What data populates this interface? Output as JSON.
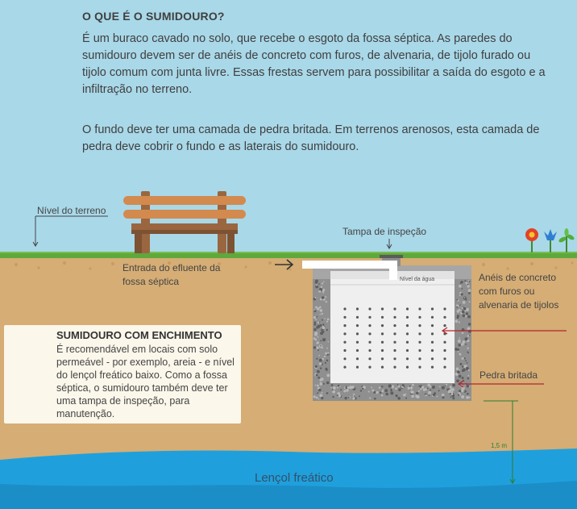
{
  "title": "O QUE É O SUMIDOURO?",
  "paragraphs": [
    "É um buraco cavado no solo, que recebe o esgoto da fossa séptica. As paredes do sumidouro devem ser de anéis de concreto com furos, de alvenaria, de tijolo furado ou tijolo comum com junta livre. Essas frestas servem para possibilitar a saída do esgoto e a infiltração no terreno.",
    "O fundo deve ter uma camada de pedra britada. Em terrenos arenosos, esta camada de pedra deve cobrir o fundo e as laterais do sumidouro."
  ],
  "labels": {
    "ground_level": "Nível do terreno",
    "inspection_cover": "Tampa de inspeção",
    "inlet": "Entrada do efluente da fossa séptica",
    "water_level": "Nível da água",
    "rings": "Anéis de concreto com furos ou alvenaria de tijolos",
    "gravel": "Pedra britada",
    "depth": "1,5 m",
    "water_table": "Lençol freático"
  },
  "infobox": {
    "title": "SUMIDOURO COM ENCHIMENTO",
    "body": "É recomendável em locais com solo permeável - por exemplo, areia - e nível do lençol freático baixo. Como a fossa séptica, o sumidouro também deve ter uma tampa de inspeção, para manutenção."
  },
  "colors": {
    "sky": "#a9d8e8",
    "grass": "#5fa83c",
    "soil": "#d5ad75",
    "water": "#1fa0dc",
    "tank": "#a6a6a6",
    "arrow_red": "#b3262a"
  },
  "icons": [
    "bench-icon",
    "red-flower-icon",
    "blue-flower-icon",
    "green-sprout-icon"
  ]
}
